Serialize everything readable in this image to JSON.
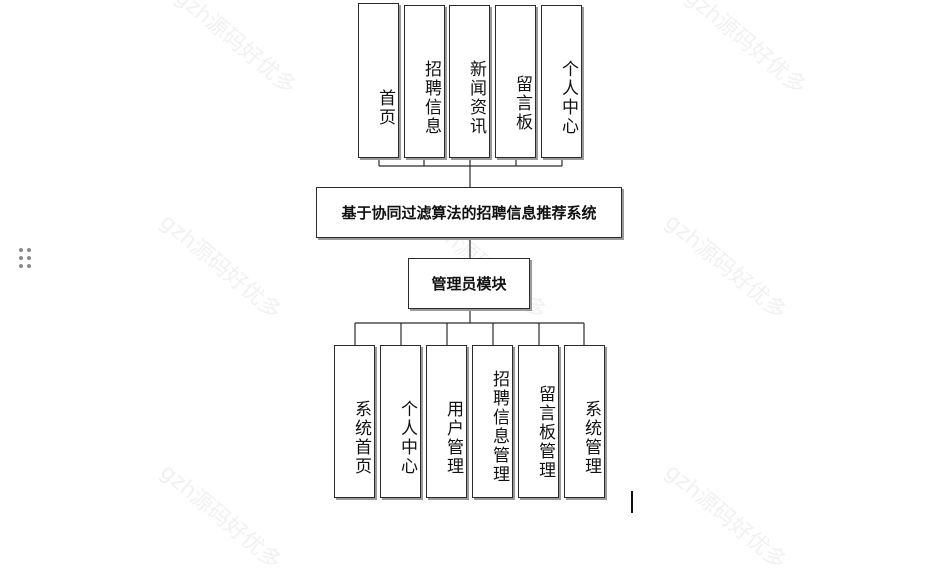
{
  "watermark": "gzh源码好优多",
  "root": {
    "label": "基于协同过滤算法的招聘信息推荐系统"
  },
  "front_modules": [
    "首页",
    "招聘信息",
    "新闻资讯",
    "留言板",
    "个人中心"
  ],
  "admin_module": {
    "label": "管理员模块"
  },
  "admin_submodules": [
    "系统首页",
    "个人中心",
    "用户管理",
    "招聘信息管理",
    "留言板管理",
    "系统管理"
  ],
  "colors": {
    "line": "#2b2b2b",
    "shadow": "#9a9a9a",
    "watermark": "#c8c8c8"
  }
}
